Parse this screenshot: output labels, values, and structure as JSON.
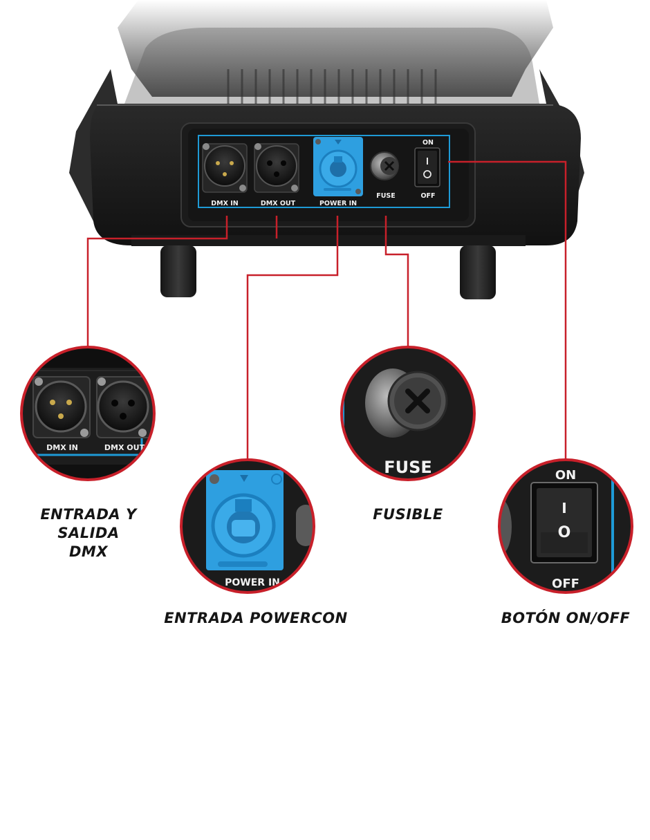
{
  "panel": {
    "dmx_in_label": "DMX IN",
    "dmx_out_label": "DMX OUT",
    "power_in_label": "POWER IN",
    "fuse_label": "FUSE",
    "switch_on_label": "ON",
    "switch_off_label": "OFF",
    "switch_on_glyph": "I",
    "switch_off_glyph": "O"
  },
  "zoom": {
    "dmx_in_label": "DMX IN",
    "dmx_out_label": "DMX OUT",
    "power_in_label": "POWER IN",
    "fuse_label": "FUSE",
    "switch_on_label": "ON",
    "switch_off_label": "OFF",
    "switch_on_glyph": "I",
    "switch_off_glyph": "O"
  },
  "captions": {
    "dmx_line1": "ENTRADA Y SALIDA",
    "dmx_line2": "DMX",
    "powercon": "ENTRADA POWERCON",
    "fuse": "FUSIBLE",
    "switch": "BOTÓN ON/OFF"
  },
  "colors": {
    "callout_red": "#c8202a",
    "panel_blue_line": "#1e9ad6",
    "powercon_blue": "#2e9fe0",
    "device_dark": "#202020"
  }
}
